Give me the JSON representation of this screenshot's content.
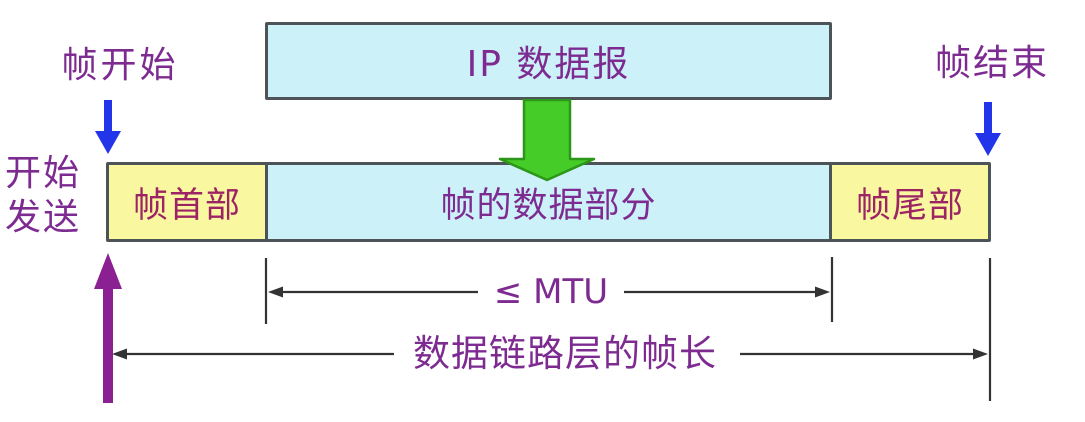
{
  "diagram": {
    "title": "IP datagram encapsulated into a data link layer frame",
    "ip_datagram_label": "IP 数据报",
    "frame": {
      "header_label": "帧首部",
      "data_label": "帧的数据部分",
      "trailer_label": "帧尾部"
    },
    "annotations": {
      "frame_start": "帧开始",
      "frame_end": "帧结束",
      "start_sending": "开始发送",
      "mtu_constraint": "≤ MTU",
      "frame_length": "数据链路层的帧长"
    },
    "icons": {
      "encapsulation_arrow": "block-arrow-down",
      "frame_start_arrow": "arrow-down",
      "frame_end_arrow": "arrow-down",
      "transmission_arrow": "arrow-up",
      "mtu_measure": "double-headed-dimension-line",
      "frame_length_measure": "double-headed-dimension-line"
    }
  },
  "colors": {
    "cyan-fill": "#cdf1f8",
    "yellow-fill": "#f9f7a0",
    "box-border": "#4d5457",
    "purple-text": "#7d2b90",
    "crimson-text": "#9c2464",
    "blue-arrow": "#2335e8",
    "green-arrow": "#46cc29",
    "green-arrow-border": "#2b9718",
    "purple-arrow": "#8a2091",
    "measure-line": "#333333",
    "bg": "#ffffff"
  }
}
